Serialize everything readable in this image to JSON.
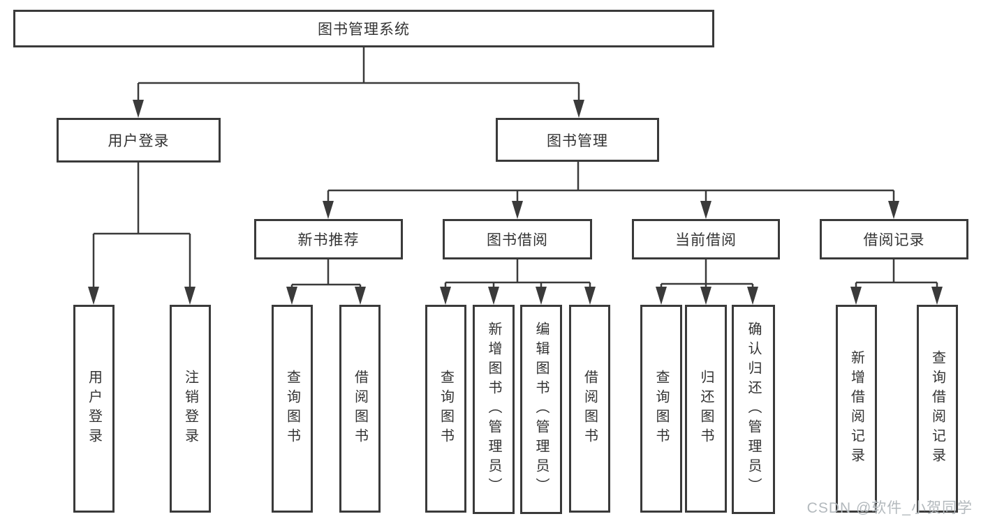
{
  "diagram_title": "图书管理系统",
  "tree": {
    "label": "图书管理系统",
    "children": [
      {
        "label": "用户登录",
        "children": [
          {
            "label": "用户登录"
          },
          {
            "label": "注销登录"
          }
        ]
      },
      {
        "label": "图书管理",
        "children": [
          {
            "label": "新书推荐",
            "children": [
              {
                "label": "查询图书"
              },
              {
                "label": "借阅图书"
              }
            ]
          },
          {
            "label": "图书借阅",
            "children": [
              {
                "label": "查询图书"
              },
              {
                "label": "新增图书（管理员）"
              },
              {
                "label": "编辑图书（管理员）"
              },
              {
                "label": "借阅图书"
              }
            ]
          },
          {
            "label": "当前借阅",
            "children": [
              {
                "label": "查询图书"
              },
              {
                "label": "归还图书"
              },
              {
                "label": "确认归还（管理员）"
              }
            ]
          },
          {
            "label": "借阅记录",
            "children": [
              {
                "label": "新增借阅记录"
              },
              {
                "label": "查询借阅记录"
              }
            ]
          }
        ]
      }
    ]
  },
  "watermark": "CSDN @软件_小贺同学",
  "colors": {
    "line": "#3a3a3a",
    "text": "#333333",
    "watermark": "#b3b9bd",
    "background": "#ffffff"
  }
}
